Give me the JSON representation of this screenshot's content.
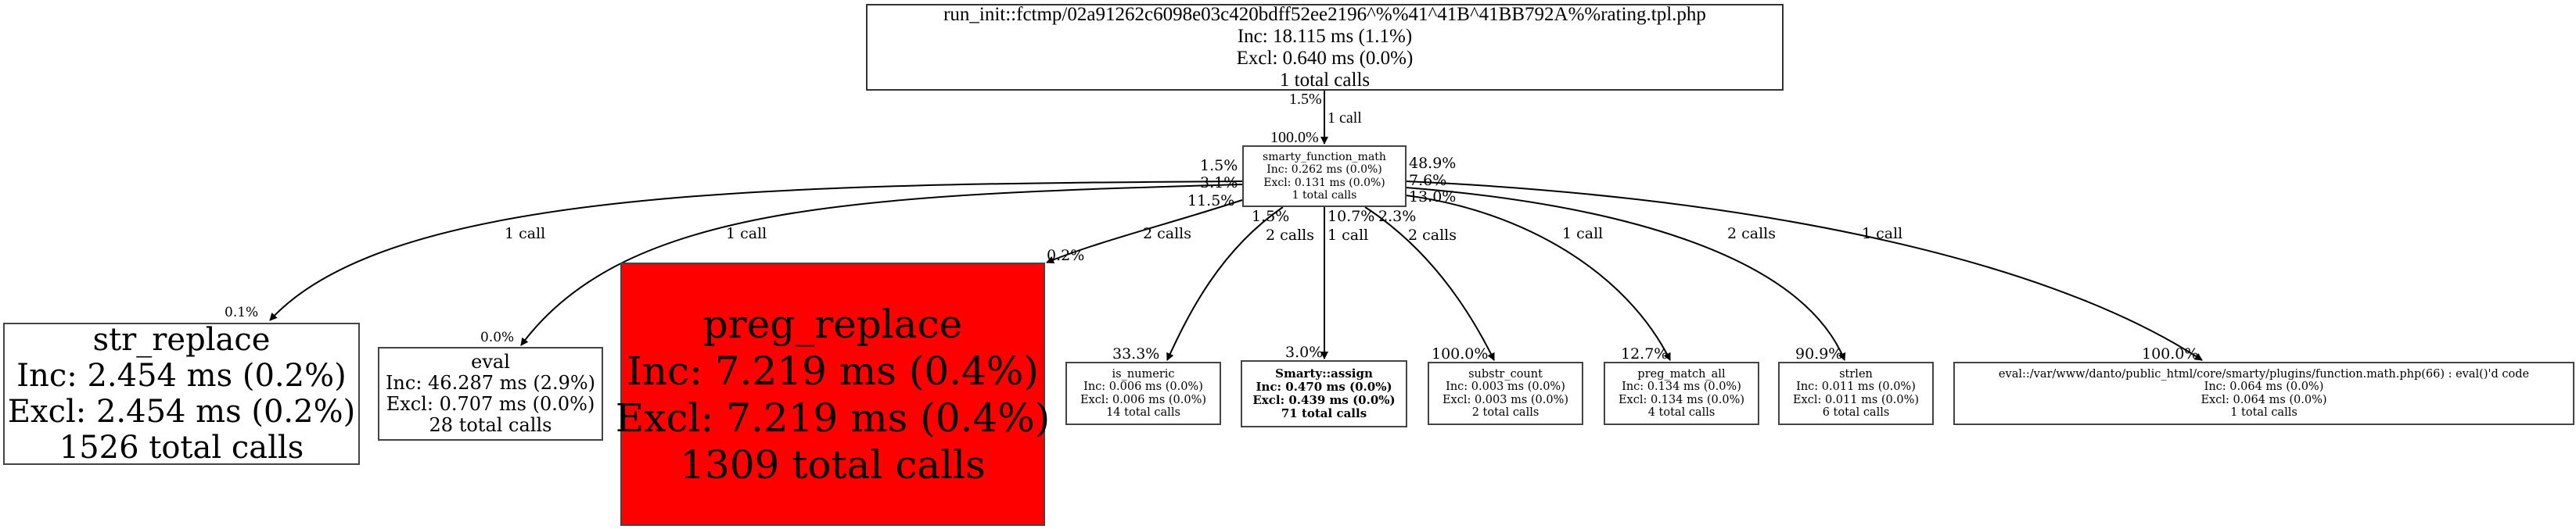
{
  "nodes": {
    "root": {
      "name": "run_init::fctmp/02a91262c6098e03c420bdff52ee2196^%%41^41B^41BB792A%%rating.tpl.php",
      "inc": "Inc: 18.115 ms (1.1%)",
      "excl": "Excl: 0.640 ms (0.0%)",
      "calls": "1 total calls"
    },
    "math": {
      "name": "smarty_function_math",
      "inc": "Inc: 0.262 ms (0.0%)",
      "excl": "Excl: 0.131 ms (0.0%)",
      "calls": "1 total calls"
    },
    "str_replace": {
      "name": "str_replace",
      "inc": "Inc: 2.454 ms (0.2%)",
      "excl": "Excl: 2.454 ms (0.2%)",
      "calls": "1526 total calls"
    },
    "eval": {
      "name": "eval",
      "inc": "Inc: 46.287 ms (2.9%)",
      "excl": "Excl: 0.707 ms (0.0%)",
      "calls": "28 total calls"
    },
    "preg_replace": {
      "name": "preg_replace",
      "inc": "Inc: 7.219 ms (0.4%)",
      "excl": "Excl: 7.219 ms (0.4%)",
      "calls": "1309 total calls",
      "color": "#ff0000"
    },
    "is_numeric": {
      "name": "is_numeric",
      "inc": "Inc: 0.006 ms (0.0%)",
      "excl": "Excl: 0.006 ms (0.0%)",
      "calls": "14 total calls"
    },
    "assign": {
      "name": "Smarty::assign",
      "inc": "Inc: 0.470 ms (0.0%)",
      "excl": "Excl: 0.439 ms (0.0%)",
      "calls": "71 total calls"
    },
    "substr_count": {
      "name": "substr_count",
      "inc": "Inc: 0.003 ms (0.0%)",
      "excl": "Excl: 0.003 ms (0.0%)",
      "calls": "2 total calls"
    },
    "preg_match_all": {
      "name": "preg_match_all",
      "inc": "Inc: 0.134 ms (0.0%)",
      "excl": "Excl: 0.134 ms (0.0%)",
      "calls": "4 total calls"
    },
    "strlen": {
      "name": "strlen",
      "inc": "Inc: 0.011 ms (0.0%)",
      "excl": "Excl: 0.011 ms (0.0%)",
      "calls": "6 total calls"
    },
    "evalcode": {
      "name": "eval::/var/www/danto/public_html/core/smarty/plugins/function.math.php(66) : eval()'d code",
      "inc": "Inc: 0.064 ms (0.0%)",
      "excl": "Excl: 0.064 ms (0.0%)",
      "calls": "1 total calls"
    }
  },
  "edges": {
    "root_math": {
      "src_pct": "1.5%",
      "calls": "1 call",
      "dst_pct": "100.0%"
    },
    "math_str": {
      "src_pct": "1.5%",
      "calls": "1 call",
      "dst_pct": "0.1%"
    },
    "math_eval": {
      "src_pct": "3.1%",
      "calls": "1 call",
      "dst_pct": "0.0%"
    },
    "math_preg": {
      "src_pct": "11.5%",
      "calls": "2 calls",
      "dst_pct": "0.2%"
    },
    "math_isnum": {
      "src_pct": "1.5%",
      "calls": "2 calls",
      "dst_pct": "33.3%"
    },
    "math_assign": {
      "src_pct": "10.7%",
      "calls": "1 call",
      "dst_pct": "3.0%"
    },
    "math_substr": {
      "src_pct": "2.3%",
      "calls": "2 calls",
      "dst_pct": "100.0%"
    },
    "math_pma": {
      "src_pct": "13.0%",
      "calls": "1 call",
      "dst_pct": "12.7%"
    },
    "math_strlen": {
      "src_pct": "7.6%",
      "calls": "2 calls",
      "dst_pct": "90.9%"
    },
    "math_evalcode": {
      "src_pct": "48.9%",
      "calls": "1 call",
      "dst_pct": "100.0%"
    }
  }
}
